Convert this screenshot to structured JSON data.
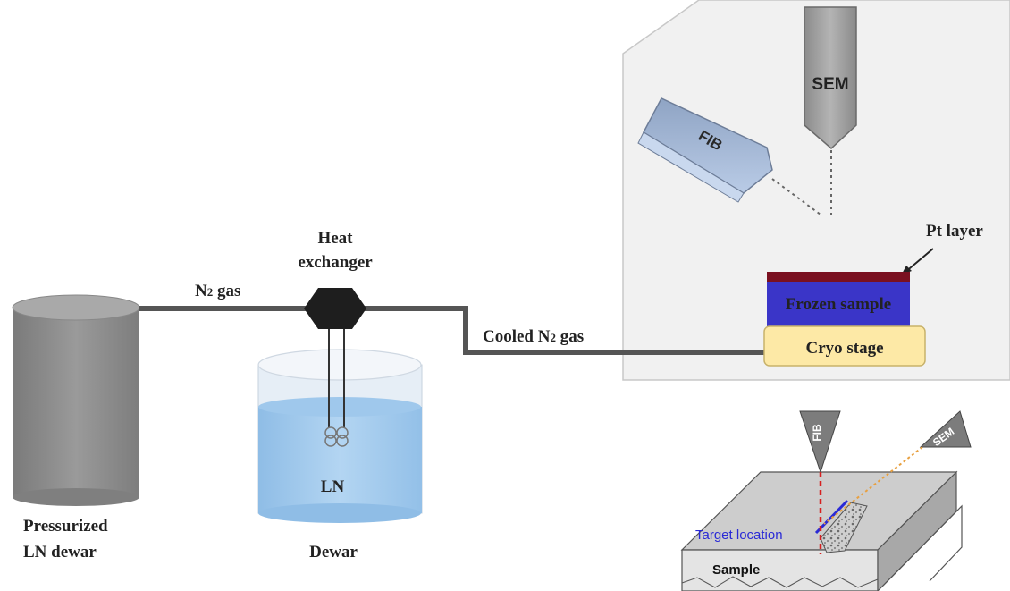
{
  "labels": {
    "pressurized_line1": "Pressurized",
    "pressurized_line2": "LN dewar",
    "n2_gas_prefix": "N",
    "n2_gas_sub": "2",
    "n2_gas_suffix": " gas",
    "heat_exchanger_line1": "Heat",
    "heat_exchanger_line2": "exchanger",
    "ln": "LN",
    "dewar": "Dewar",
    "cooled_prefix": "Cooled N",
    "cooled_sub": "2",
    "cooled_suffix": " gas",
    "sem": "SEM",
    "fib": "FIB",
    "pt_layer": "Pt layer",
    "frozen_sample": "Frozen sample",
    "cryo_stage": "Cryo stage",
    "inset_fib": "FIB",
    "inset_sem": "SEM",
    "target_location": "Target location",
    "sample": "Sample"
  },
  "colors": {
    "cylinder": "#8a8a8a",
    "pipe": "#555555",
    "chamber_bg": "#f1f1f1",
    "liquid": "#a9cdee",
    "frozen_sample": "#3a35c8",
    "pt_layer": "#7a1020",
    "cryo_stage": "#fde9a6",
    "fib_beam": "#d62020",
    "sem_beam": "#e8a040",
    "target": "#2a2ad6"
  }
}
